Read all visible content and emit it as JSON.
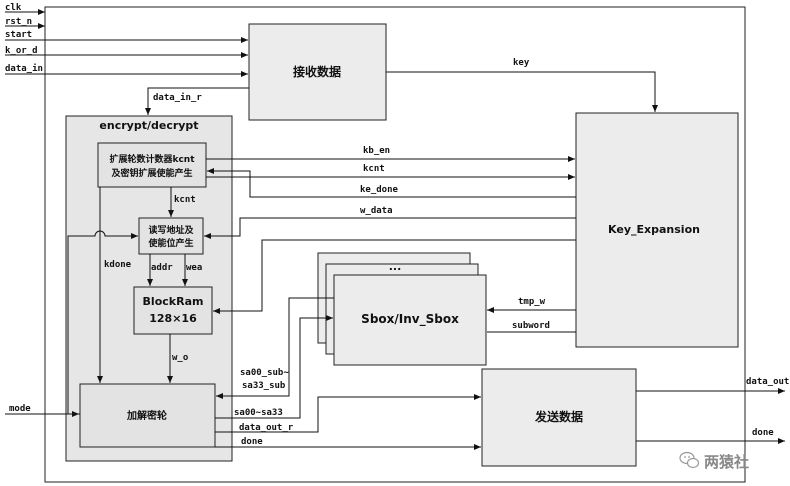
{
  "inputs": {
    "clk": "clk",
    "rst_n": "rst_n",
    "start": "start",
    "k_or_d": "k_or_d",
    "data_in": "data_in",
    "mode": "mode"
  },
  "outputs": {
    "data_out": "data_out",
    "done": "done"
  },
  "blocks": {
    "receive": "接收数据",
    "encrypt_group": "encrypt/decrypt",
    "counter_line1": "扩展轮数计数器kcnt",
    "counter_line2": "及密钥扩展使能产生",
    "addr_line1": "读写地址及",
    "addr_line2": "使能位产生",
    "blockram_line1": "BlockRam",
    "blockram_line2": "128×16",
    "round": "加解密轮",
    "key_expansion": "Key_Expansion",
    "sbox": "Sbox/Inv_Sbox",
    "sbox_stack_dots": "...",
    "send": "发送数据"
  },
  "signals": {
    "key": "key",
    "data_in_r": "data_in_r",
    "kb_en": "kb_en",
    "kcnt_right": "kcnt",
    "kcnt_down": "kcnt",
    "ke_done": "ke_done",
    "w_data": "w_data",
    "kdone": "kdone",
    "addr": "addr",
    "wea": "wea",
    "w_o": "w_o",
    "tmp_w": "tmp_w",
    "subword": "subword",
    "sa_sub_line1": "sa00_sub~",
    "sa_sub_line2": "sa33_sub",
    "sa_range": "sa00~sa33",
    "data_out_r": "data_out_r",
    "done_internal": "done"
  },
  "watermark": {
    "text": "两猿社"
  }
}
